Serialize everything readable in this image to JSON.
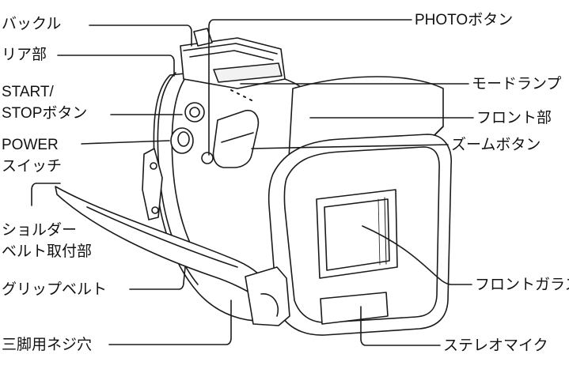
{
  "labels": {
    "buckle": "バックル",
    "rear": "リア部",
    "start_stop_line1": "START/",
    "start_stop_line2": "STOPボタン",
    "power_line1": "POWER",
    "power_line2": "スイッチ",
    "shoulder_line1": "ショルダー",
    "shoulder_line2": "ベルト取付部",
    "grip_belt": "グリップベルト",
    "tripod": "三脚用ネジ穴",
    "photo": "PHOTOボタン",
    "mode_lamp": "モードランプ",
    "front": "フロント部",
    "zoom": "ズームボタン",
    "front_glass": "フロントガラス",
    "stereo_mic": "ステレオマイク"
  }
}
